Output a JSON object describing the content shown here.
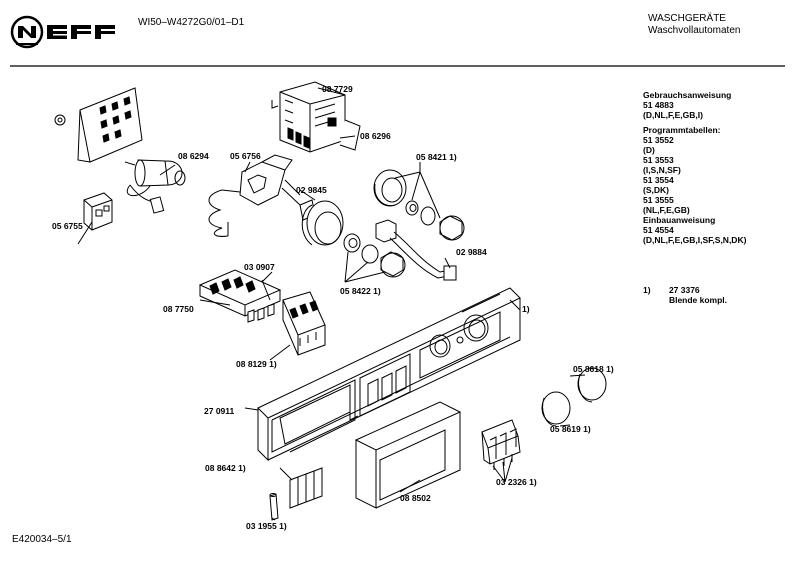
{
  "header": {
    "doc_code": "WI50–W4272G0/01–D1",
    "category": "WASCHGERÄTE",
    "subcategory": "Waschvollautomaten",
    "brand": "NEFF"
  },
  "side_notes": {
    "manual_title": "Gebrauchsanweisung",
    "manual_no": "51 4883",
    "manual_langs": "(D,NL,F,E,GB,I)",
    "tables_title": "Programmtabellen:",
    "tables": [
      {
        "no": "51 3552",
        "langs": "(D)"
      },
      {
        "no": "51 3553",
        "langs": "(I,S,N,SF)"
      },
      {
        "no": "51 3554",
        "langs": "(S,DK)"
      },
      {
        "no": "51 3555",
        "langs": "(NL,F,E,GB)"
      }
    ],
    "install_title": "Einbauanweisung",
    "install_no": "51 4554",
    "install_langs": "(D,NL,F,E,GB,I,SF,S,N,DK)"
  },
  "footnote": {
    "marker": "1)",
    "part_no": "27 3376",
    "desc": "Blende kompl."
  },
  "parts": {
    "p087729": "08 7729",
    "p086296": "08 6296",
    "p086294": "08 6294",
    "p056756": "05 6756",
    "p029845": "02 9845",
    "p058421": "05 8421 1)",
    "p056755": "05 6755",
    "p029884": "02 9884",
    "p030907": "03 0907",
    "p058422": "05 8422 1)",
    "p087750": "08 7750",
    "p088129": "08 8129 1)",
    "p_panel": "1)",
    "p058618": "05 8618 1)",
    "p270911": "27 0911",
    "p058619": "05 8619 1)",
    "p088642": "08 8642 1)",
    "p088502": "08 8502",
    "p032326": "03 2326 1)",
    "p031955": "03 1955 1)"
  },
  "page_code": "E420034–5/1"
}
